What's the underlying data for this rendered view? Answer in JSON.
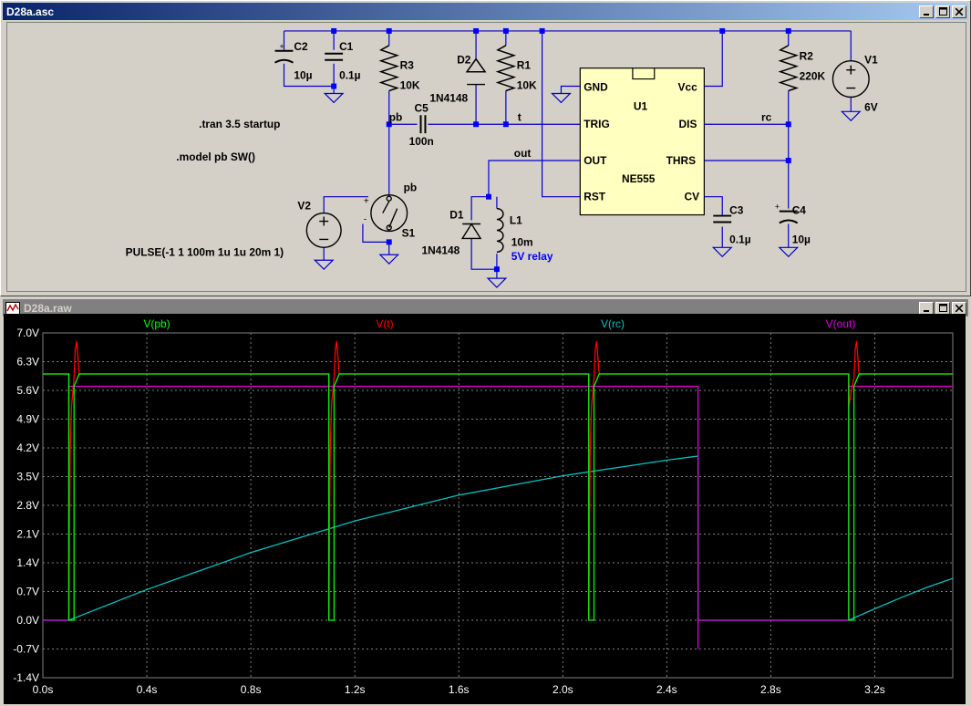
{
  "schematic_window": {
    "title": "D28a.asc",
    "directives": {
      "tran": ".tran 3.5 startup",
      "model": ".model pb SW()"
    },
    "components": {
      "C2": {
        "name": "C2",
        "value": "10µ"
      },
      "C1": {
        "name": "C1",
        "value": "0.1µ"
      },
      "R3": {
        "name": "R3",
        "value": "10K"
      },
      "D2": {
        "name": "D2",
        "value": "1N4148"
      },
      "R1": {
        "name": "R1",
        "value": "10K"
      },
      "C5": {
        "name": "C5",
        "value": "100n"
      },
      "U1": {
        "name": "U1",
        "part": "NE555",
        "pins": {
          "gnd": "GND",
          "vcc": "Vcc",
          "trig": "TRIG",
          "dis": "DIS",
          "out": "OUT",
          "thrs": "THRS",
          "rst": "RST",
          "cv": "CV"
        }
      },
      "R2": {
        "name": "R2",
        "value": "220K"
      },
      "V1": {
        "name": "V1",
        "value": "6V"
      },
      "V2": {
        "name": "V2",
        "value": "PULSE(-1 1 100m 1u 1u 20m 1)"
      },
      "S1": {
        "name": "S1",
        "model": "pb"
      },
      "D1": {
        "name": "D1",
        "value": "1N4148"
      },
      "L1": {
        "name": "L1",
        "value": "10m",
        "note": "5V relay"
      },
      "C3": {
        "name": "C3",
        "value": "0.1µ"
      },
      "C4": {
        "name": "C4",
        "value": "10µ"
      }
    },
    "net_labels": {
      "pb": "pb",
      "t": "t",
      "out": "out",
      "rc": "rc"
    },
    "switch_signs": {
      "plus": "+",
      "minus": "-"
    }
  },
  "plot_window": {
    "title": "D28a.raw",
    "colors": {
      "pb": "#00ff00",
      "t": "#ff0000",
      "rc": "#00c0c0",
      "out": "#e000e0",
      "grid": "#808080",
      "axis_text": "#ffffff"
    },
    "chart_data": {
      "type": "line",
      "x_unit": "s",
      "xlim": [
        0.0,
        3.5
      ],
      "ylim": [
        -1.4,
        7.0
      ],
      "xticks": [
        "0.0s",
        "0.4s",
        "0.8s",
        "1.2s",
        "1.6s",
        "2.0s",
        "2.4s",
        "2.8s",
        "3.2s"
      ],
      "xtick_values": [
        0.0,
        0.4,
        0.8,
        1.2,
        1.6,
        2.0,
        2.4,
        2.8,
        3.2
      ],
      "yticks": [
        "7.0V",
        "6.3V",
        "5.6V",
        "4.9V",
        "4.2V",
        "3.5V",
        "2.8V",
        "2.1V",
        "1.4V",
        "0.7V",
        "0.0V",
        "-0.7V",
        "-1.4V"
      ],
      "ytick_values": [
        7.0,
        6.3,
        5.6,
        4.9,
        4.2,
        3.5,
        2.8,
        2.1,
        1.4,
        0.7,
        0.0,
        -0.7,
        -1.4
      ],
      "grid": true,
      "series": [
        {
          "name": "V(pb)",
          "key": "pb",
          "x": [
            0.0,
            0.1,
            0.1,
            0.12,
            0.12,
            0.14,
            1.1,
            1.1,
            1.12,
            1.12,
            1.14,
            2.1,
            2.1,
            2.12,
            2.12,
            2.14,
            3.1,
            3.1,
            3.12,
            3.12,
            3.14,
            3.5
          ],
          "y": [
            6.0,
            6.0,
            0.0,
            0.0,
            5.7,
            6.0,
            6.0,
            0.0,
            0.0,
            5.7,
            6.0,
            6.0,
            0.0,
            0.0,
            5.7,
            6.0,
            6.0,
            0.0,
            0.0,
            5.7,
            6.0,
            6.0
          ]
        },
        {
          "name": "V(t)",
          "key": "t",
          "x": [
            0.0,
            0.1,
            0.1,
            0.105,
            0.11,
            0.12,
            0.125,
            0.13,
            0.14,
            1.1,
            1.1,
            1.105,
            1.11,
            1.12,
            1.125,
            1.13,
            1.14,
            2.1,
            2.1,
            2.105,
            2.11,
            2.12,
            2.125,
            2.13,
            2.14,
            3.1,
            3.1,
            3.105,
            3.11,
            3.12,
            3.125,
            3.13,
            3.14,
            3.5
          ],
          "y": [
            6.0,
            6.0,
            0.0,
            4.0,
            5.2,
            5.9,
            6.6,
            6.8,
            6.0,
            6.0,
            0.0,
            4.0,
            5.2,
            5.9,
            6.6,
            6.8,
            6.0,
            6.0,
            0.0,
            4.0,
            5.2,
            5.9,
            6.6,
            6.8,
            6.0,
            6.0,
            5.2,
            5.4,
            5.6,
            5.9,
            6.6,
            6.8,
            6.0,
            6.0
          ]
        },
        {
          "name": "V(rc)",
          "key": "rc",
          "x": [
            0.0,
            0.1,
            0.4,
            0.8,
            1.2,
            1.6,
            2.0,
            2.4,
            2.52,
            2.52,
            3.1,
            3.1,
            3.2,
            3.3,
            3.4,
            3.5
          ],
          "y": [
            0.0,
            0.0,
            0.75,
            1.65,
            2.42,
            3.05,
            3.52,
            3.9,
            4.0,
            0.0,
            0.0,
            0.0,
            0.28,
            0.55,
            0.8,
            1.02
          ]
        },
        {
          "name": "V(out)",
          "key": "out",
          "x": [
            0.0,
            0.1,
            0.1,
            2.52,
            2.52,
            2.52,
            3.1,
            3.1,
            3.5
          ],
          "y": [
            0.0,
            0.0,
            5.7,
            5.7,
            -0.7,
            0.0,
            0.0,
            5.7,
            5.7
          ]
        }
      ]
    }
  }
}
